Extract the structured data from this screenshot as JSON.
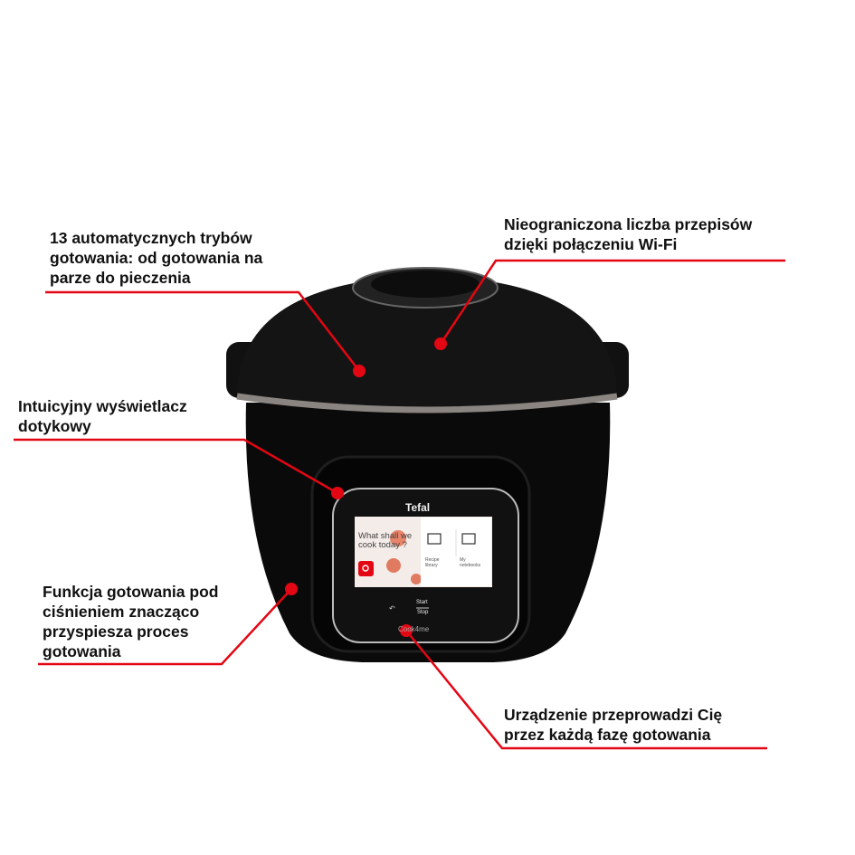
{
  "callouts": [
    {
      "lines": [
        "13 automatycznych trybów",
        "gotowania: od gotowania na",
        "parze do pieczenia"
      ]
    },
    {
      "lines": [
        "Nieograniczona liczba przepisów",
        "dzięki połączeniu Wi-Fi"
      ]
    },
    {
      "lines": [
        "Intuicyjny wyświetlacz",
        "dotykowy"
      ]
    },
    {
      "lines": [
        "Funkcja gotowania pod",
        "ciśnieniem znacząco",
        "przyspiesza proces",
        "gotowania"
      ]
    },
    {
      "lines": [
        "Urządzenie przeprowadzi Cię",
        "przez każdą fazę gotowania"
      ]
    }
  ],
  "device": {
    "brand": "Tefal",
    "model": "Cook4me",
    "screen": {
      "greeting": "What shall we cook today ?",
      "tile1": "Recipe library",
      "tile2": "My notebooks"
    },
    "start": "Start",
    "stop": "Stop"
  },
  "colors": {
    "accent": "#e30613",
    "body": "#0b0b0b",
    "band": "#8a8580"
  }
}
